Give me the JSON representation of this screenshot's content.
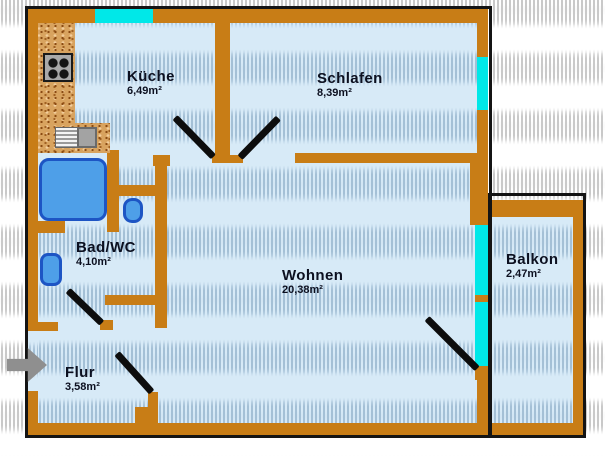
{
  "plan_title": "apartment-floor-plan",
  "rooms": [
    {
      "id": "kueche",
      "name": "Küche",
      "area": "6,49m²"
    },
    {
      "id": "schlafen",
      "name": "Schlafen",
      "area": "8,39m²"
    },
    {
      "id": "badwc",
      "name": "Bad/WC",
      "area": "4,10m²"
    },
    {
      "id": "wohnen",
      "name": "Wohnen",
      "area": "20,38m²"
    },
    {
      "id": "flur",
      "name": "Flur",
      "area": "3,58m²"
    },
    {
      "id": "balkon",
      "name": "Balkon",
      "area": "2,47m²"
    }
  ],
  "icons": {
    "entrance": "entrance-arrow-right",
    "stove": "four-burner-stove",
    "sink": "kitchen-sink-with-drainer",
    "bathtub": "bathtub",
    "washbasin": "washbasin",
    "toilet": "toilet",
    "windows": "cyan-window-strips",
    "doors": "black-door-swing-lines"
  },
  "colors": {
    "background": "#ffffff",
    "wall": "#c87d16",
    "outline": "#141414",
    "floor": "#d7eaf7",
    "floor_dot": "#a4c0d6",
    "grid_dot": "#c9c9c9",
    "window": "#00e8e8",
    "door": "#0d0d0d",
    "fixture_fill": "#4e9fe8",
    "fixture_border": "#1d55c4",
    "counter_base": "#d8a35f",
    "counter_speck": "#8a4a12",
    "stove_bg": "#a9a9a9",
    "sink_gray": "#a3a3a3",
    "arrow": "#8f8f8f",
    "label": "#0c1020"
  }
}
